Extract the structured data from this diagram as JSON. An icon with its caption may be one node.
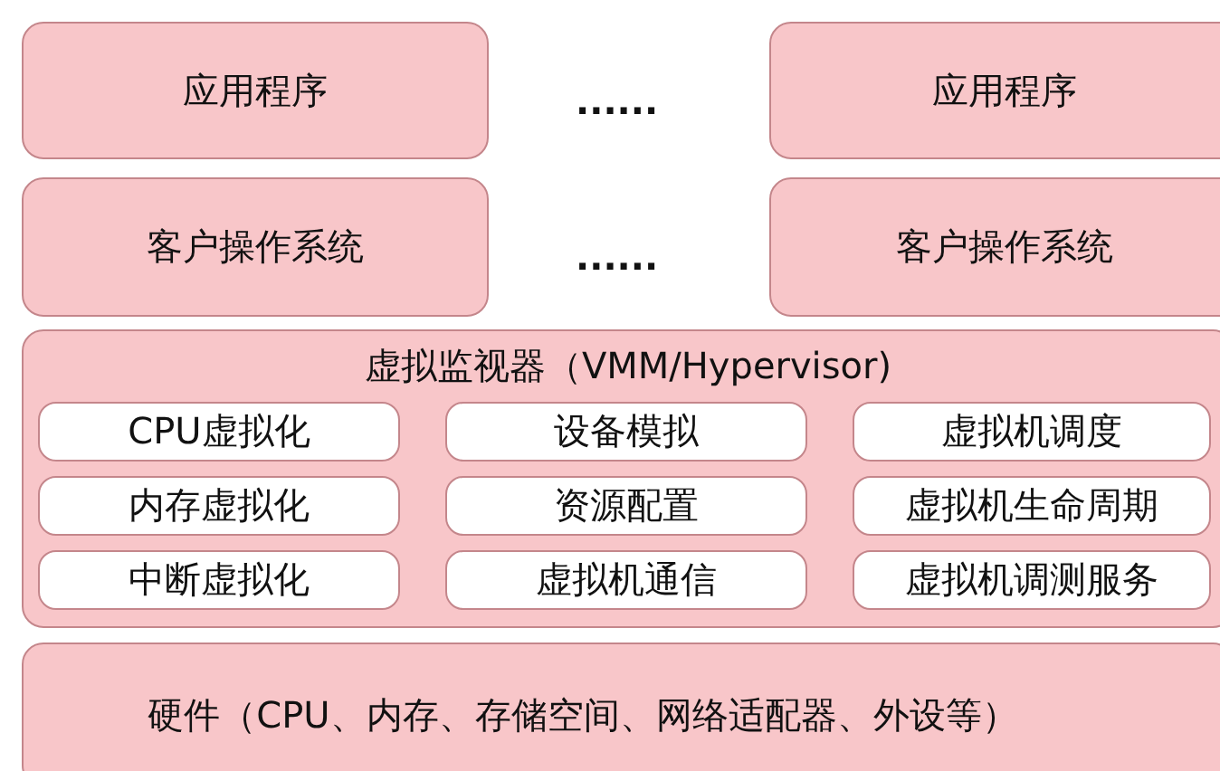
{
  "diagram": {
    "nodes": [
      {
        "text": [
          "应用程序"
        ]
      },
      {
        "text": [
          "应用程序"
        ]
      },
      {
        "text": [
          "客户操作系统"
        ]
      },
      {
        "text": [
          "客户操作系统"
        ]
      },
      {
        "text": [
          "虚拟监视器（VMM/Hypervisor)"
        ]
      },
      {
        "text": [
          "CPU虚拟化"
        ],
        "in": 4
      },
      {
        "text": [
          "设备模拟"
        ],
        "in": 4
      },
      {
        "text": [
          "虚拟机调度"
        ],
        "in": 4
      },
      {
        "text": [
          "内存虚拟化"
        ],
        "in": 4
      },
      {
        "text": [
          "资源配置"
        ],
        "in": 4
      },
      {
        "text": [
          "虚拟机生命周期"
        ],
        "in": 4
      },
      {
        "text": [
          "中断虚拟化"
        ],
        "in": 4
      },
      {
        "text": [
          "虚拟机通信"
        ],
        "in": 4
      },
      {
        "text": [
          "虚拟机调测服务"
        ],
        "in": 4
      },
      {
        "text": [
          "硬件（CPU、内存、存储空间、网络适配器、外设等）"
        ]
      }
    ],
    "labels": [
      "......",
      "......"
    ]
  }
}
